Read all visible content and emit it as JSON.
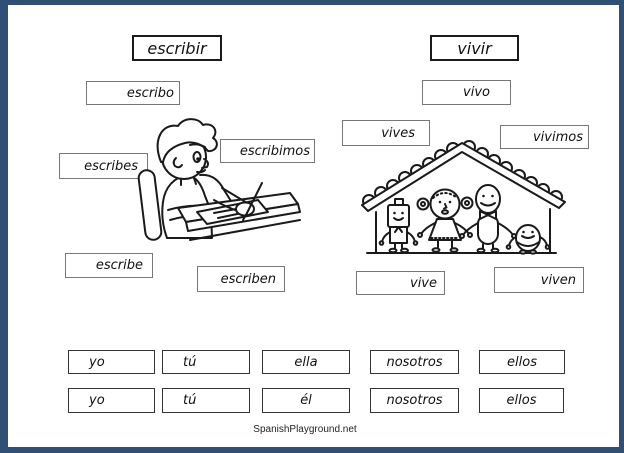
{
  "left": {
    "title": "escribir",
    "forms": [
      "escribo",
      "escribes",
      "escribimos",
      "escribe",
      "escriben"
    ]
  },
  "right": {
    "title": "vivir",
    "forms": [
      "vivo",
      "vives",
      "vivimos",
      "vive",
      "viven"
    ]
  },
  "pronouns": {
    "row1": [
      "yo",
      "tú",
      "ella",
      "nosotros",
      "ellos"
    ],
    "row2": [
      "yo",
      "tú",
      "él",
      "nosotros",
      "ellos"
    ]
  },
  "footer": {
    "watermark": "SpanishPlayground.net"
  },
  "illustrations": {
    "left": "boy-writing-at-desk",
    "right": "family-of-four-in-house"
  },
  "colors": {
    "frame": "#2f4f74",
    "ink": "#1a1a1a",
    "title_border": "#1a1a1a",
    "word_border": "#777777",
    "pronoun_border": "#333333"
  }
}
